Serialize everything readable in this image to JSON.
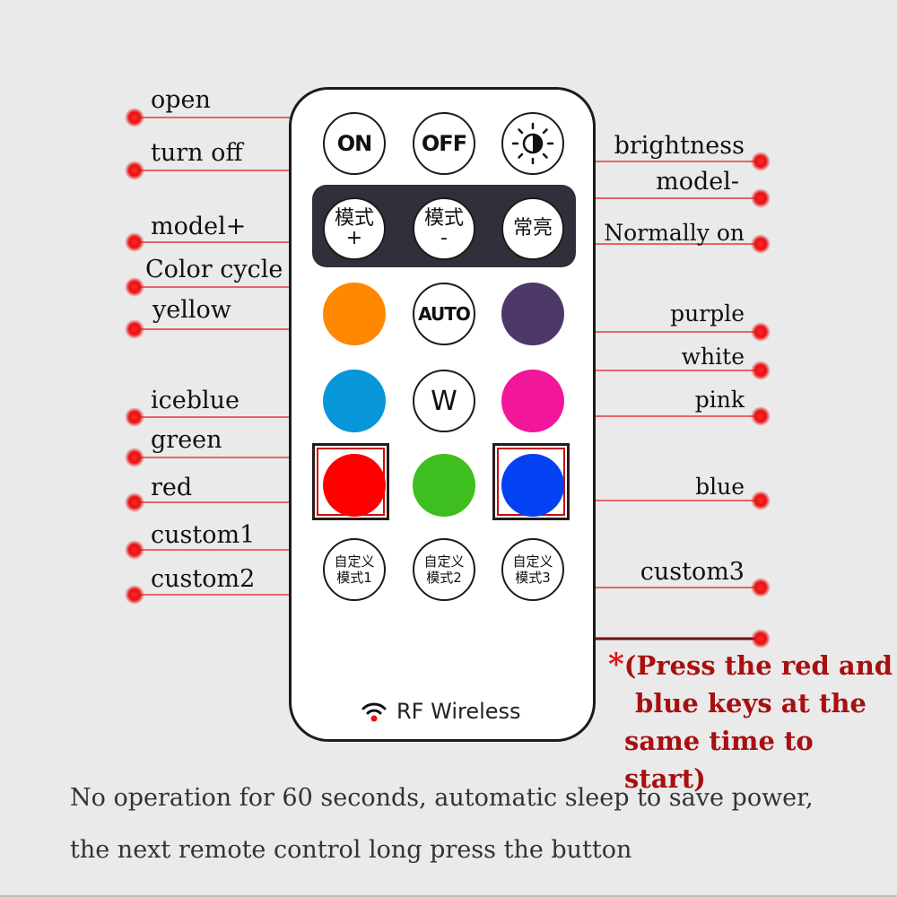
{
  "labels_left": {
    "open": "open",
    "turn_off": "turn off",
    "model_plus": "model+",
    "color_cycle": "Color cycle",
    "yellow": "yellow",
    "iceblue": "iceblue",
    "green": "green",
    "red": "red",
    "custom1": "custom1",
    "custom2": "custom2"
  },
  "labels_right": {
    "brightness": "brightness",
    "model_minus": "model-",
    "normally_on": "Normally on",
    "purple": "purple",
    "white": "white",
    "pink": "pink",
    "blue": "blue",
    "custom3": "custom3"
  },
  "buttons": {
    "on": "ON",
    "off": "OFF",
    "mode_plus_top": "模式",
    "mode_plus_bottom": "+",
    "mode_minus_top": "模式",
    "mode_minus_bottom": "-",
    "always_on": "常亮",
    "auto": "AUTO",
    "w": "W",
    "custom1_top": "自定义",
    "custom1_bottom": "模式1",
    "custom2_top": "自定义",
    "custom2_bottom": "模式2",
    "custom3_top": "自定义",
    "custom3_bottom": "模式3"
  },
  "colors": {
    "orange": "#ff8800",
    "purple": "#4e3869",
    "iceblue": "#0796d8",
    "pink": "#f2179a",
    "red": "#ff0000",
    "green": "#3fbf1f",
    "blue": "#0441f2",
    "accent_red": "#e01414",
    "note_red": "#a81010"
  },
  "icons": {
    "brightness": "brightness-icon",
    "rf": "wifi-signal-icon"
  },
  "rf_label": "RF Wireless",
  "note": {
    "asterisk": "*",
    "line1": "(Press the red and",
    "line2": "blue keys at the",
    "line3": "same time to start)"
  },
  "footer": {
    "line1": "No operation for 60 seconds, automatic sleep to save power,",
    "line2": "the next remote control long press the button"
  }
}
